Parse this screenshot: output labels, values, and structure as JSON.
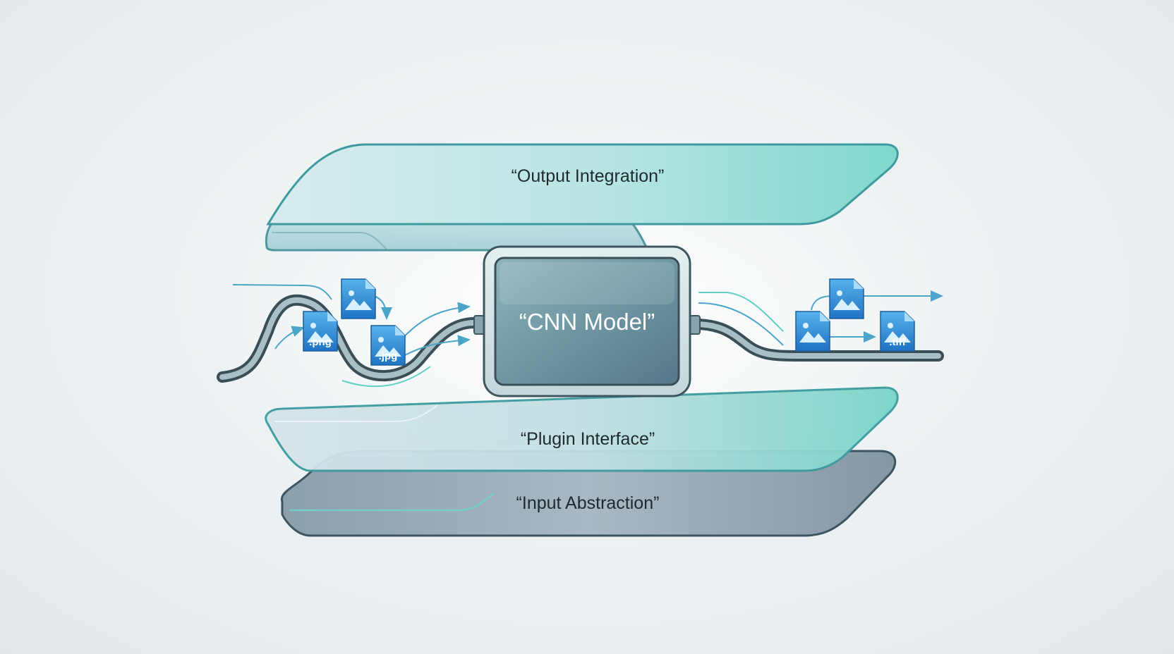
{
  "diagram": {
    "layers": {
      "output": "“Output Integration”",
      "plugin": "“Plugin Interface”",
      "input": "“Input Abstraction”"
    },
    "model": "“CNN Model”",
    "files": {
      "png": ".png",
      "jpg": ".jpg",
      "tiff": ".tiff"
    },
    "icons": {
      "file": "image-file-icon",
      "arrow": "arrow-icon"
    },
    "colors": {
      "teal": "#5fcfc3",
      "slate": "#3f5560",
      "file_blue": "#2f8fd6"
    }
  }
}
